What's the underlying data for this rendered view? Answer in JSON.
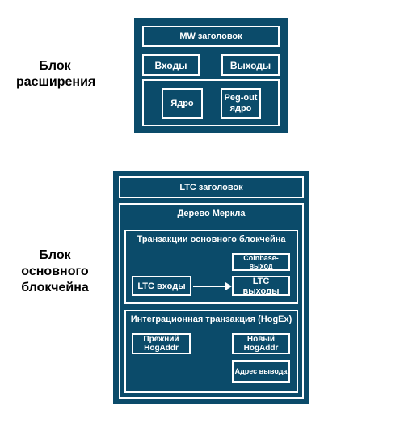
{
  "extension_block": {
    "side_label": "Блок\nрасширения",
    "mw_header": "MW заголовок",
    "inputs": "Входы",
    "outputs": "Выходы",
    "kernel": "Ядро",
    "pegout_kernel": "Peg-out\nядро"
  },
  "canonical_block": {
    "side_label": "Блок\nосновного\nблокчейна",
    "ltc_header": "LTC заголовок",
    "merkle_tree": "Дерево Меркла",
    "main_tx": "Транзакции основного блокчейна",
    "coinbase_out": "Coinbase-выход",
    "ltc_inputs": "LTC входы",
    "ltc_outputs": "LTC выходы",
    "integration_tx": "Интеграционная транзакция (HogEx)",
    "prev_hogaddr": "Прежний\nHogAddr",
    "new_hogaddr": "Новый\nHogAddr",
    "pegout_address": "Адрес вывода"
  },
  "colors": {
    "panel": "#0b4b6a",
    "line": "#ffffff"
  }
}
